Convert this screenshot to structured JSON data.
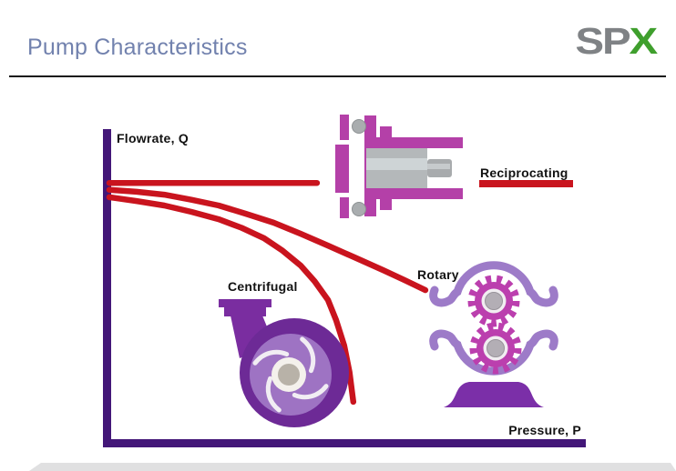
{
  "slide": {
    "title": "Pump Characteristics",
    "logo": {
      "part_gray": "SP",
      "part_green": "X"
    }
  },
  "labels": {
    "flowrate_axis": "Flowrate, Q",
    "pressure_axis": "Pressure, P",
    "centrifugal": "Centrifugal",
    "rotary": "Rotary",
    "reciprocating": "Reciprocating"
  },
  "colors": {
    "title_text": "#7282ae",
    "logo_gray": "#7f8285",
    "logo_green": "#3f9f2d",
    "axis_purple": "#431778",
    "curve_red": "#c9141e",
    "pump_magenta": "#b440a8",
    "rotary_casing_lilac": "#9d7bc8",
    "centrifugal_body_purple": "#6d2a96",
    "footer_bar": "#e0e0e1"
  },
  "chart_data": {
    "type": "line",
    "title": "Pump Characteristics",
    "xlabel": "Pressure, P",
    "ylabel": "Flowrate, Q",
    "xlim": [
      0,
      1
    ],
    "ylim": [
      0,
      1
    ],
    "grid": false,
    "ticks": "none",
    "note": "Qualitative characteristic curves (no numeric scales); coordinates normalized 0-1 within plot box. Reciprocating flow is constant with pressure; rotary droops gently; centrifugal falls off steeply.",
    "legend_position": "labels adjacent to curves and pump illustrations",
    "series": [
      {
        "name": "Reciprocating",
        "color": "#c9141e",
        "points": [
          [
            0,
            0.831
          ],
          [
            0.435,
            0.831
          ]
        ]
      },
      {
        "name": "Rotary",
        "color": "#c9141e",
        "points": [
          [
            0,
            0.809
          ],
          [
            0.057,
            0.803
          ],
          [
            0.115,
            0.794
          ],
          [
            0.172,
            0.778
          ],
          [
            0.229,
            0.76
          ],
          [
            0.286,
            0.734
          ],
          [
            0.344,
            0.706
          ],
          [
            0.401,
            0.671
          ],
          [
            0.458,
            0.634
          ],
          [
            0.515,
            0.596
          ],
          [
            0.573,
            0.557
          ],
          [
            0.618,
            0.526
          ],
          [
            0.662,
            0.494
          ]
        ]
      },
      {
        "name": "Centrifugal",
        "color": "#c9141e",
        "points": [
          [
            0,
            0.786
          ],
          [
            0.057,
            0.774
          ],
          [
            0.115,
            0.76
          ],
          [
            0.172,
            0.74
          ],
          [
            0.229,
            0.717
          ],
          [
            0.277,
            0.69
          ],
          [
            0.324,
            0.657
          ],
          [
            0.363,
            0.618
          ],
          [
            0.401,
            0.571
          ],
          [
            0.43,
            0.522
          ],
          [
            0.458,
            0.463
          ],
          [
            0.475,
            0.4
          ],
          [
            0.492,
            0.32
          ],
          [
            0.503,
            0.237
          ],
          [
            0.511,
            0.143
          ]
        ]
      }
    ]
  }
}
